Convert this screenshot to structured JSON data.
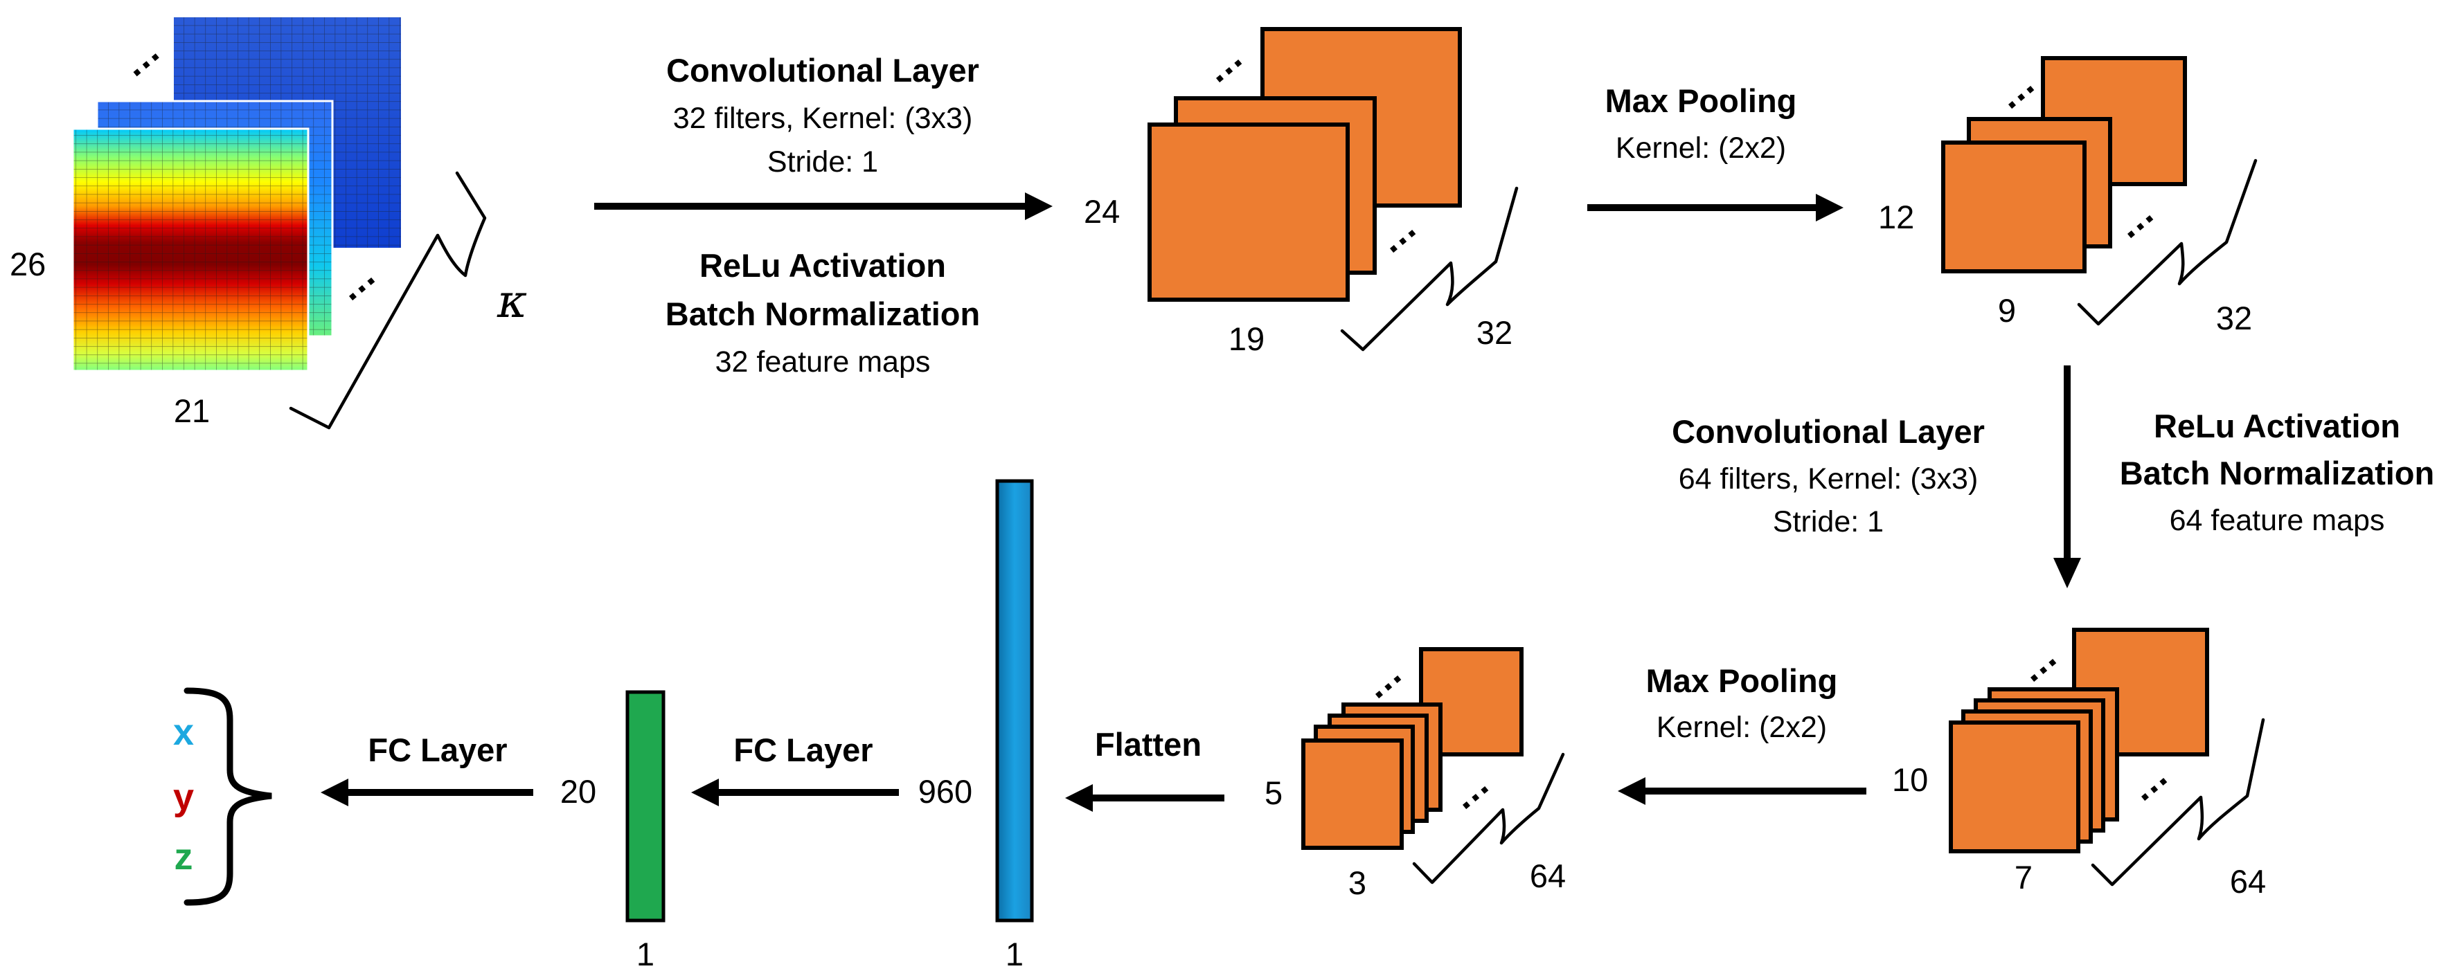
{
  "input": {
    "height_label": "26",
    "width_label": "21",
    "channels_label": "κ",
    "dots": "…"
  },
  "conv1": {
    "title": "Convolutional Layer",
    "line1": "32 filters, Kernel: (3x3)",
    "line2": "Stride: 1",
    "act1": "ReLu Activation",
    "act2": "Batch Normalization",
    "act3": "32 feature maps"
  },
  "fm1": {
    "height": "24",
    "width": "19",
    "count": "32"
  },
  "pool1": {
    "title": "Max Pooling",
    "kernel": "Kernel: (2x2)"
  },
  "fm2": {
    "height": "12",
    "width": "9",
    "count": "32"
  },
  "conv2": {
    "title": "Convolutional Layer",
    "line1": "64 filters, Kernel: (3x3)",
    "line2": "Stride: 1",
    "act1": "ReLu Activation",
    "act2": "Batch Normalization",
    "act3": "64 feature maps"
  },
  "fm3": {
    "height": "10",
    "width": "7",
    "count": "64"
  },
  "pool2": {
    "title": "Max Pooling",
    "kernel": "Kernel: (2x2)"
  },
  "fm4": {
    "height": "5",
    "width": "3",
    "count": "64"
  },
  "flatten": {
    "label": "Flatten"
  },
  "vec960": {
    "length": "960",
    "width": "1",
    "color": "#1BA1E2"
  },
  "fc1": {
    "label": "FC Layer"
  },
  "vec20": {
    "length": "20",
    "width": "1",
    "color": "#1FA84F"
  },
  "fc2": {
    "label": "FC Layer"
  },
  "outputs": [
    {
      "label": "x",
      "color": "#1CA8E0"
    },
    {
      "label": "y",
      "color": "#C00000"
    },
    {
      "label": "z",
      "color": "#1FA84F"
    }
  ],
  "colors": {
    "feature_map": "#ED7D31",
    "heatmap_scale": [
      "#00008B",
      "#0050FF",
      "#00C8FF",
      "#7FFF7F",
      "#FFFF00",
      "#FF8000",
      "#E00000",
      "#800000"
    ]
  }
}
